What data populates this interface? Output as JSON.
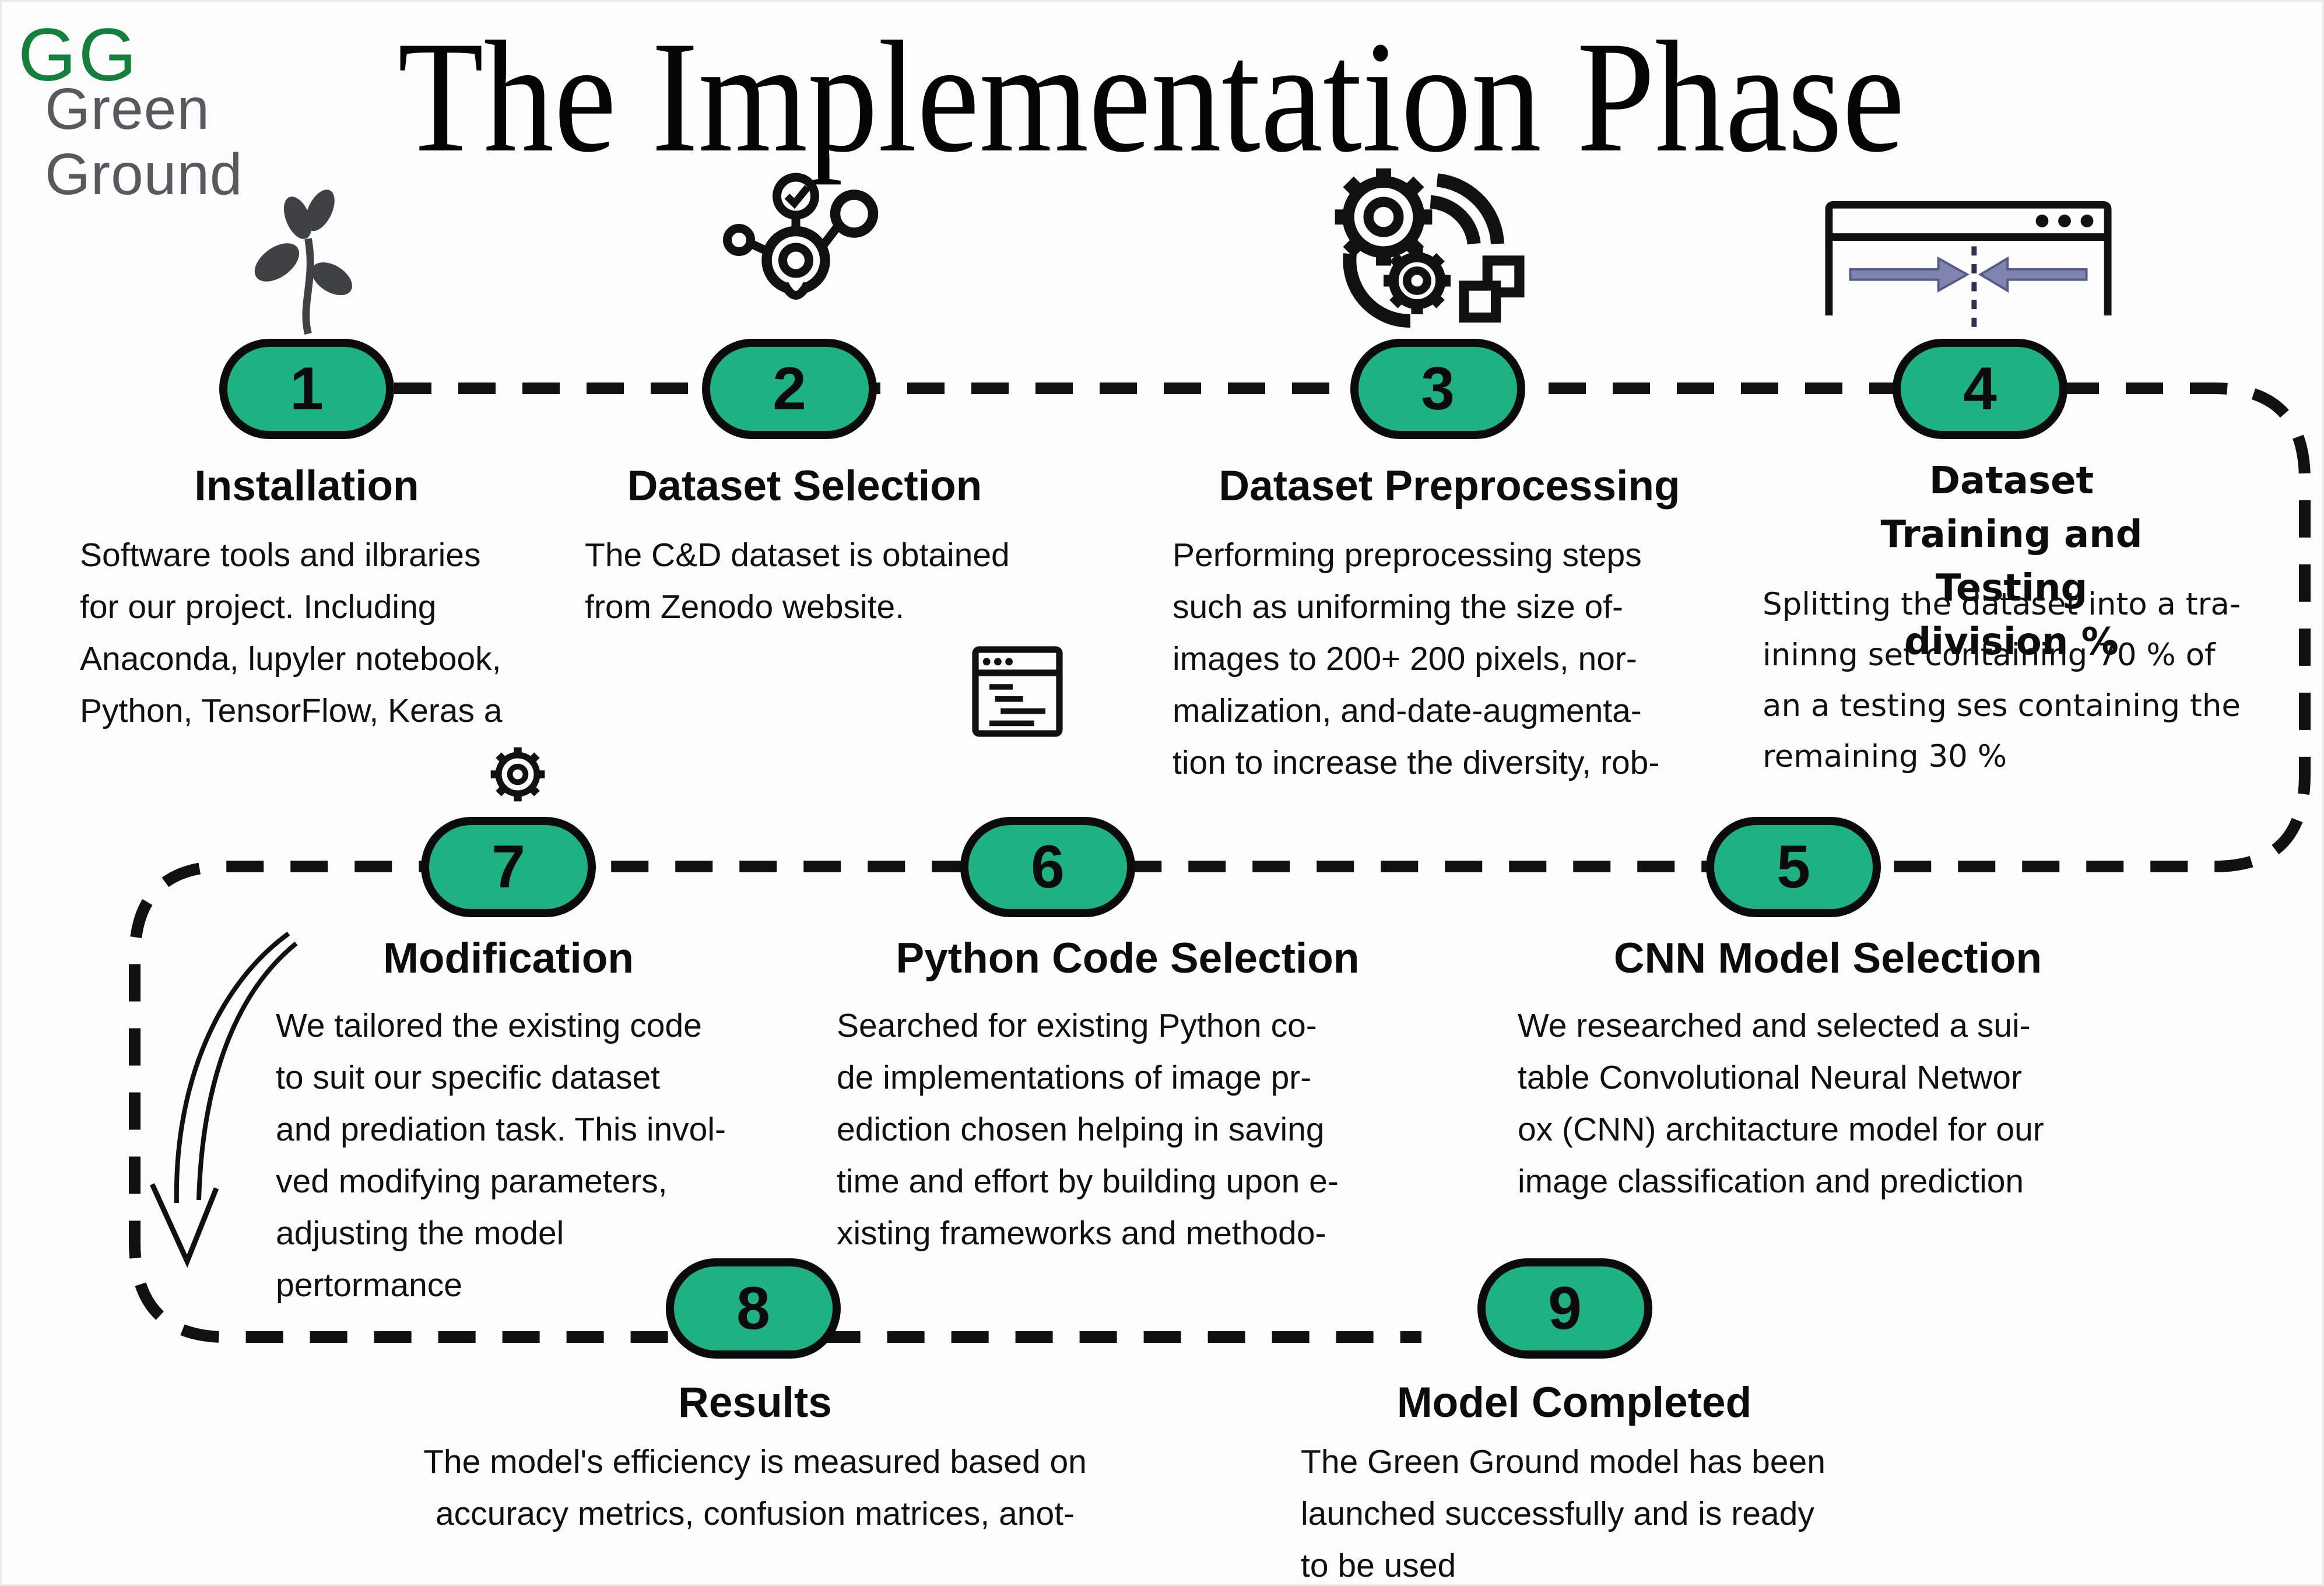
{
  "colors": {
    "accent_green": "#1eb182",
    "logo_green": "#15803d",
    "logo_gray": "#58595b",
    "arrow_purple": "#8084b0",
    "ink": "#0d0d0d"
  },
  "logo": {
    "monogram": "GG",
    "name": "Green\nGround"
  },
  "title": "The Implementation Phase",
  "steps": [
    {
      "num": "1",
      "icon": "sprout-icon",
      "title": "Installation",
      "body": "Software tools and ilbraries\nfor our project. Including\nAnaconda, lupyler notebook,\nPython, TensorFlow, Keras a"
    },
    {
      "num": "2",
      "icon": "share-check-icon",
      "title": "Dataset Selection",
      "body": "The C&D dataset is obtained\nfrom Zenodo website."
    },
    {
      "num": "3",
      "icon": "gears-sync-icon",
      "title": "Dataset Preprocessing",
      "body": "Performing preprocessing steps\nsuch as uniforming the size of-\nimages to 200+ 200 pixels, nor-\nmalization, and-date-augmenta-\ntion to increase the diversity, rob-"
    },
    {
      "num": "4",
      "icon": "split-window-icon",
      "title": "Dataset Training and\nTesting division %",
      "body": "Splitting the dataset into a tra-\nininng set containing 70 % of\nan a testing ses containing the\nremaining 30 %"
    },
    {
      "num": "5",
      "icon": "",
      "title": "CNN Model Selection",
      "body": "We researched and selected a sui-\ntable Convolutional Neural Networ\nox (CNN) architacture model for our\nimage classification and prediction"
    },
    {
      "num": "6",
      "icon": "code-window-icon",
      "title": "Python Code Selection",
      "body": "Searched for existing Python co-\nde implementations of image pr-\nediction chosen helping in saving\ntime and effort by building upon e-\nxisting frameworks and methodo-"
    },
    {
      "num": "7",
      "icon": "gear-icon",
      "title": "Modification",
      "body": "We tailored the existing code\nto suit our specific dataset\nand prediation task. This invol-\nved modifying parameters,\nadjusting the model\npertormance"
    },
    {
      "num": "8",
      "icon": "",
      "title": "Results",
      "body": "The model's efficiency is measured based on\naccuracy metrics, confusion matrices, anot-"
    },
    {
      "num": "9",
      "icon": "",
      "title": "Model Completed",
      "body": "The Green Ground model has been\nlaunched successfully and is ready\nto be used"
    }
  ]
}
